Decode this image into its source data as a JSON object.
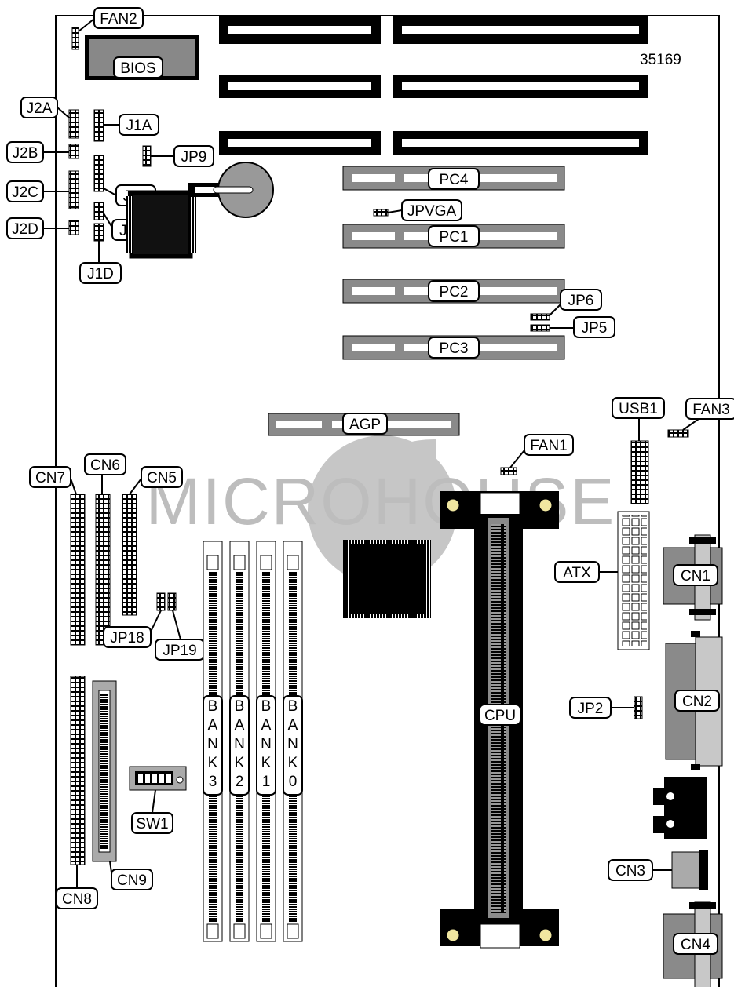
{
  "figure_number": "35169",
  "watermark": "MICROHOUSE",
  "labels": {
    "fan2": "FAN2",
    "bios": "BIOS",
    "j2a": "J2A",
    "j2b": "J2B",
    "j2c": "J2C",
    "j2d": "J2D",
    "j1a": "J1A",
    "j1b": "J1B",
    "j1c": "J1C",
    "j1d": "J1D",
    "jp9": "JP9",
    "pc4": "PC4",
    "pc1": "PC1",
    "pc2": "PC2",
    "pc3": "PC3",
    "jpvga": "JPVGA",
    "jp6": "JP6",
    "jp5": "JP5",
    "agp": "AGP",
    "fan1": "FAN1",
    "usb1": "USB1",
    "fan3": "FAN3",
    "cn7": "CN7",
    "cn6": "CN6",
    "cn5": "CN5",
    "jp18": "JP18",
    "jp19": "JP19",
    "atx": "ATX",
    "cn1": "CN1",
    "cn2": "CN2",
    "jp2": "JP2",
    "cn3": "CN3",
    "cn4": "CN4",
    "cpu": "CPU",
    "cn8": "CN8",
    "cn9": "CN9",
    "sw1": "SW1"
  },
  "banks": [
    {
      "letters": [
        "B",
        "A",
        "N",
        "K",
        "3"
      ]
    },
    {
      "letters": [
        "B",
        "A",
        "N",
        "K",
        "2"
      ]
    },
    {
      "letters": [
        "B",
        "A",
        "N",
        "K",
        "1"
      ]
    },
    {
      "letters": [
        "B",
        "A",
        "N",
        "K",
        "0"
      ]
    }
  ],
  "colors": {
    "slot_black": "#000000",
    "slot_gray": "#8a8a8a",
    "watermark": "#bdbdbd",
    "mounting_hole": "#f0e6a0"
  }
}
